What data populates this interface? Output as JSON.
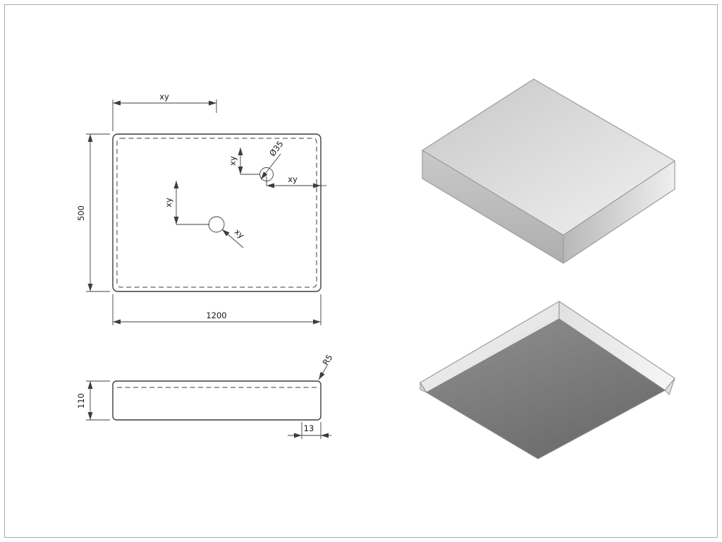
{
  "page": {
    "background": "#ffffff",
    "frame_color": "#ababab"
  },
  "colors": {
    "drawing_lines": "#3d3d3d",
    "iso_top_face": "#e2e2e2",
    "iso_side_face": "#bcbcbc",
    "iso_underside_face": "#7b7b7b",
    "iso_inner_wall": "#ececec"
  },
  "plan_view": {
    "dim_width_top": "xy",
    "dim_height_left": "500",
    "dim_width_bottom": "1200",
    "hole_main": {
      "dim_vertical": "xy",
      "leader_label": "xy"
    },
    "hole_small": {
      "diameter_label": "Ø35",
      "dim_vertical": "xy",
      "dim_horizontal": "xy"
    }
  },
  "side_view": {
    "dim_height_left": "110",
    "corner_radius_label": "R5",
    "dim_wall_thickness": "13"
  }
}
